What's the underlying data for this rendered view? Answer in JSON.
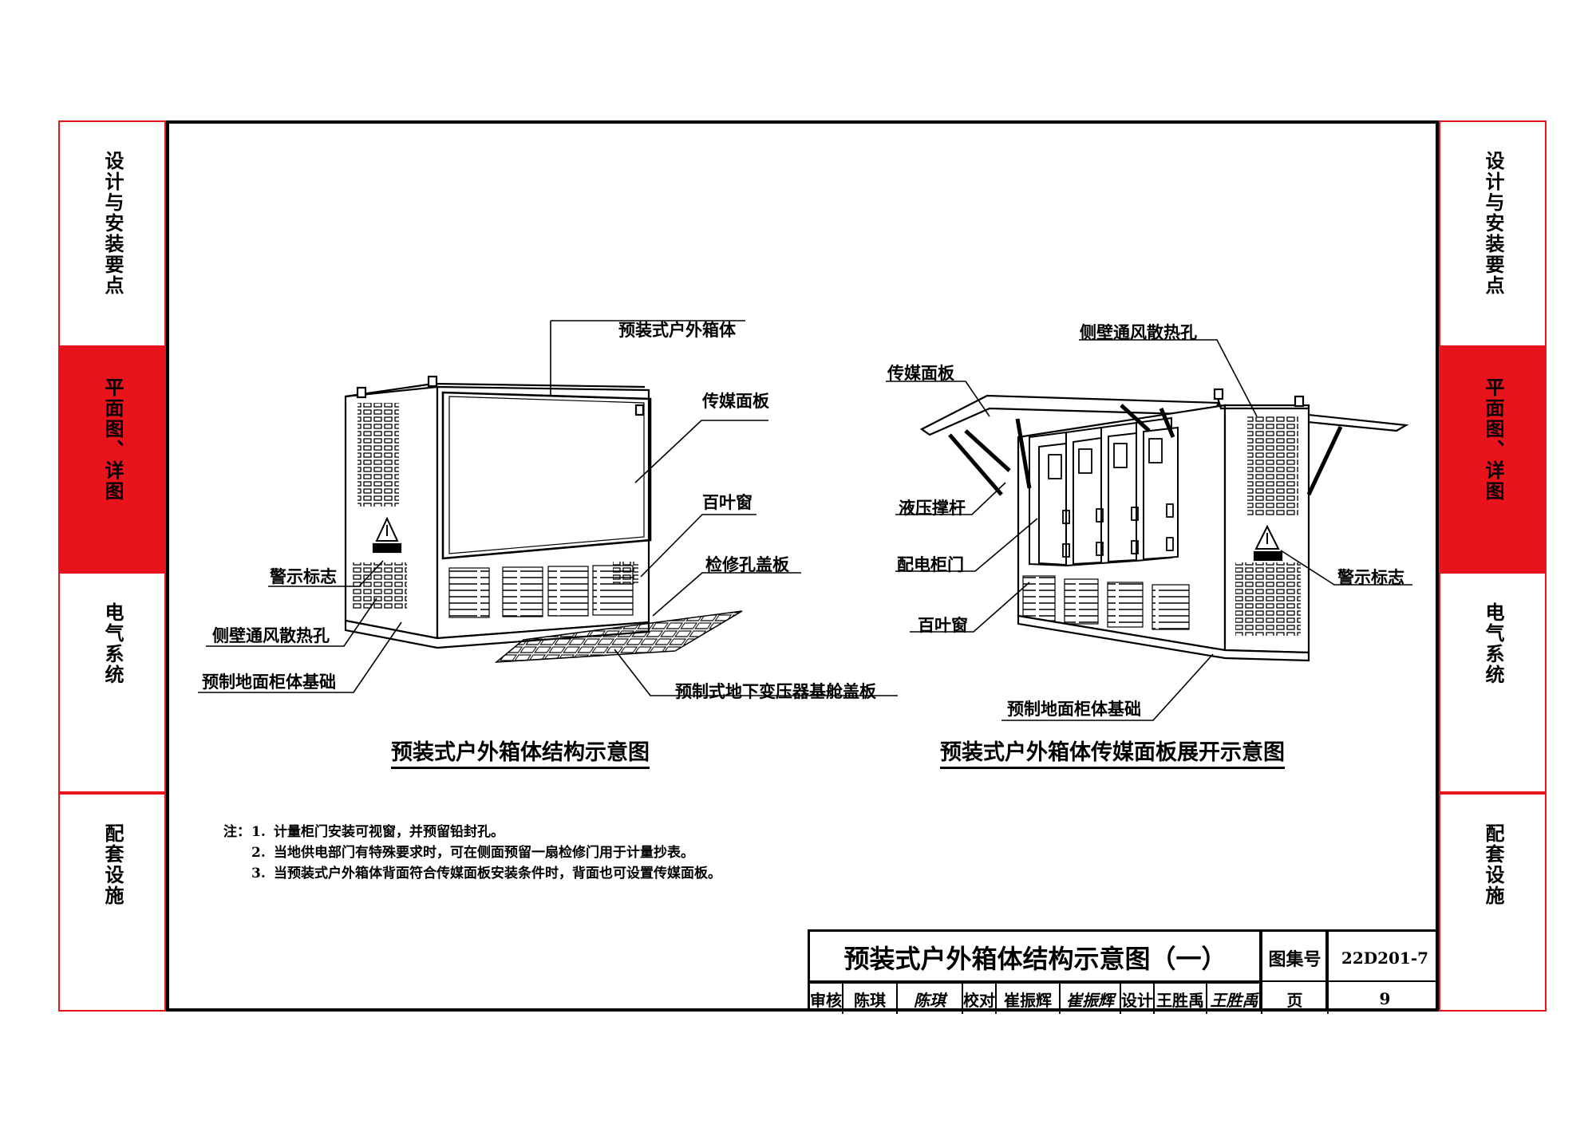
{
  "sidebar": {
    "sections": [
      {
        "label": "设计与安装要点",
        "active": false
      },
      {
        "label": "平面图、详图",
        "active": true
      },
      {
        "label": "电气系统",
        "active": false
      },
      {
        "label": "配套设施",
        "active": false
      }
    ],
    "accent_color": "#e8131b"
  },
  "figure_left": {
    "caption": "预装式户外箱体结构示意图",
    "callouts": {
      "box": "预装式户外箱体",
      "media_panel": "传媒面板",
      "louver": "百叶窗",
      "inspection_cover": "检修孔盖板",
      "warning_sign": "警示标志",
      "side_vent": "侧壁通风散热孔",
      "foundation": "预制地面柜体基础",
      "underground_cover": "预制式地下变压器基舱盖板"
    }
  },
  "figure_right": {
    "caption": "预装式户外箱体传媒面板展开示意图",
    "callouts": {
      "side_vent": "侧壁通风散热孔",
      "media_panel": "传媒面板",
      "hydraulic_strut": "液压撑杆",
      "distribution_door": "配电柜门",
      "louver": "百叶窗",
      "warning_sign": "警示标志",
      "foundation": "预制地面柜体基础"
    }
  },
  "notes": {
    "heading": "注：",
    "items": [
      {
        "num": "1.",
        "text": "计量柜门安装可视窗，并预留铅封孔。"
      },
      {
        "num": "2.",
        "text": "当地供电部门有特殊要求时，可在侧面预留一扇检修门用于计量抄表。"
      },
      {
        "num": "3.",
        "text": "当预装式户外箱体背面符合传媒面板安装条件时，背面也可设置传媒面板。"
      }
    ]
  },
  "title_block": {
    "title": "预装式户外箱体结构示意图（一）",
    "atlas_label": "图集号",
    "atlas_no": "22D201-7",
    "review_label": "审核",
    "reviewer": "陈琪",
    "reviewer_signature": "陈琪",
    "check_label": "校对",
    "checker": "崔振辉",
    "checker_signature": "崔振辉",
    "design_label": "设计",
    "designer": "王胜禹",
    "designer_signature": "王胜禹",
    "page_label": "页",
    "page_no": "9"
  }
}
